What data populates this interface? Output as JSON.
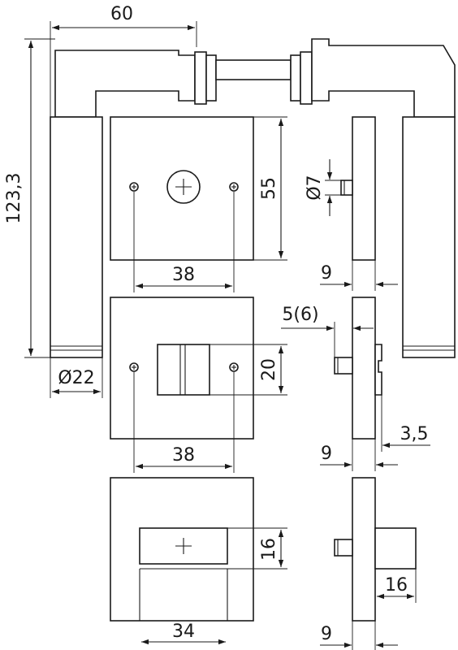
{
  "dimensions": {
    "lever_length": "60",
    "total_height": "123,3",
    "rose_height": "55",
    "spindle_dia": "Ø7",
    "screw_spacing_top": "38",
    "rose_thickness_top": "9",
    "handle_dia": "Ø22",
    "offset": "5(6)",
    "slot_height": "20",
    "screw_spacing_mid": "38",
    "rose_thickness_mid": "9",
    "turn_offset": "3,5",
    "key_height": "16",
    "key_width": "34",
    "key_depth": "16",
    "rose_thickness_bot": "9"
  }
}
